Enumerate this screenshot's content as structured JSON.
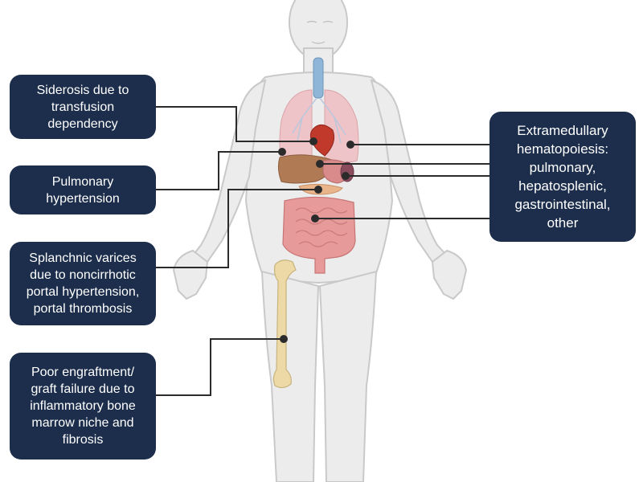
{
  "labels": {
    "siderosis": "Siderosis due to\ntransfusion\ndependency",
    "pulmonary_hypertension": "Pulmonary\nhypertension",
    "splanchnic_varices": "Splanchnic varices\ndue to noncirrhotic\nportal hypertension,\nportal thrombosis",
    "poor_engraftment": "Poor engraftment/\ngraft failure due to\ninflammatory bone\nmarrow niche and\nfibrosis",
    "extramedullary_hematopoiesis": "Extramedullary\nhematopoiesis:\npulmonary,\nhepatosplenic,\ngastrointestinal,\nother"
  },
  "colors": {
    "box_fill": "#1c2e4b",
    "box_text": "#ffffff",
    "connector": "#2b2b2b",
    "body_fill": "#ececec",
    "body_outline": "#c9c9c9",
    "lung": "#efc4c8",
    "liver": "#b07a55",
    "heart": "#c0392b",
    "intestine": "#e79a9a",
    "bone": "#ecd9a6",
    "trachea": "#8fb6d6"
  }
}
